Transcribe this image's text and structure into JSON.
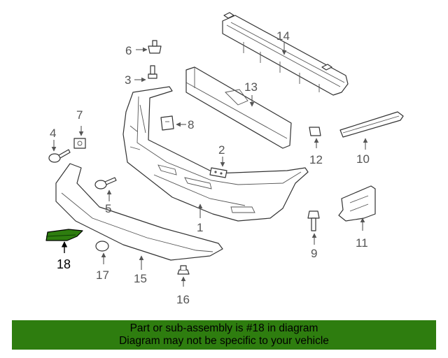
{
  "callouts": {
    "p1": "1",
    "p2": "2",
    "p3": "3",
    "p4": "4",
    "p5": "5",
    "p6": "6",
    "p7": "7",
    "p8": "8",
    "p9": "9",
    "p10": "10",
    "p11": "11",
    "p12": "12",
    "p13": "13",
    "p14": "14",
    "p15": "15",
    "p16": "16",
    "p17": "17",
    "p18": "18"
  },
  "highlight": {
    "part_number": "18",
    "color": "#2e7d0f"
  },
  "banner": {
    "line1": "Part or sub-assembly is #18 in diagram",
    "line2": "Diagram may not be specific to your vehicle",
    "background": "#2e7d0f"
  }
}
